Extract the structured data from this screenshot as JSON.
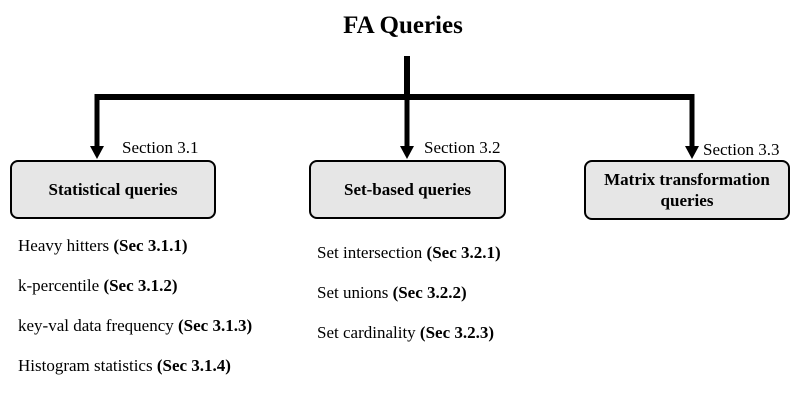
{
  "title": "FA Queries",
  "sections": [
    {
      "label": "Section 3.1",
      "box": "Statistical queries",
      "items": [
        {
          "text": "Heavy hitters",
          "ref": "(Sec 3.1.1)"
        },
        {
          "text": "k-percentile",
          "ref": "(Sec 3.1.2)"
        },
        {
          "text": "key-val data frequency",
          "ref": "(Sec 3.1.3)"
        },
        {
          "text": "Histogram statistics",
          "ref": "(Sec 3.1.4)"
        }
      ]
    },
    {
      "label": "Section 3.2",
      "box": "Set-based queries",
      "items": [
        {
          "text": "Set intersection",
          "ref": "(Sec 3.2.1)"
        },
        {
          "text": "Set unions",
          "ref": "(Sec 3.2.2)"
        },
        {
          "text": "Set cardinality",
          "ref": "(Sec 3.2.3)"
        }
      ]
    },
    {
      "label": "Section 3.3",
      "box_line1": "Matrix transformation",
      "box_line2": "queries",
      "items": []
    }
  ]
}
